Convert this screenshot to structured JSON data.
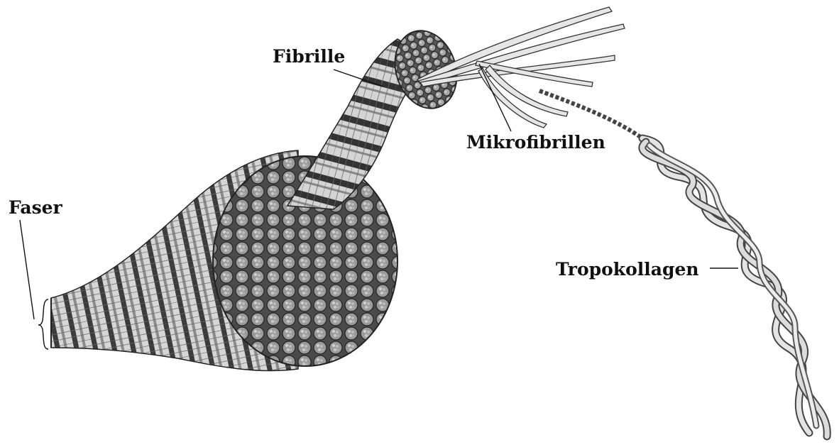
{
  "labels": {
    "faser": "Faser",
    "fibrille": "Fibrille",
    "mikrofibrillen": "Mikrofibrillen",
    "tropokollagen": "Tropokollagen"
  },
  "colors": {
    "ink": "#1a1a1a",
    "dark_band": "#3a3a3a",
    "mid_band": "#8a8a8a",
    "light_band": "#d9d9d9",
    "strand_fill": "#e6e6e6",
    "background": "#ffffff"
  }
}
